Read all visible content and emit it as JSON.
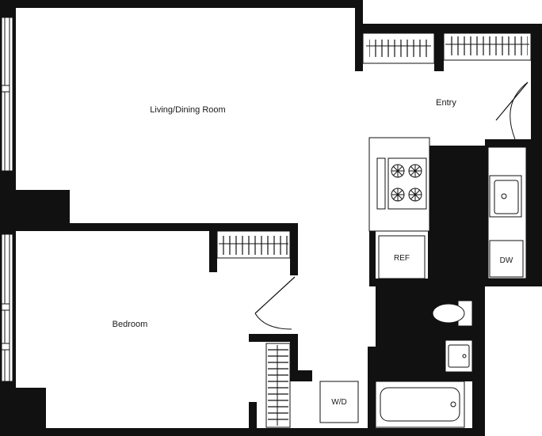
{
  "rooms": {
    "living_dining": "Living/Dining Room",
    "entry": "Entry",
    "bedroom": "Bedroom"
  },
  "appliances": {
    "refrigerator": "REF",
    "dishwasher": "DW",
    "washer_dryer": "W/D"
  },
  "colors": {
    "wall": "#111111",
    "background": "#ffffff"
  }
}
